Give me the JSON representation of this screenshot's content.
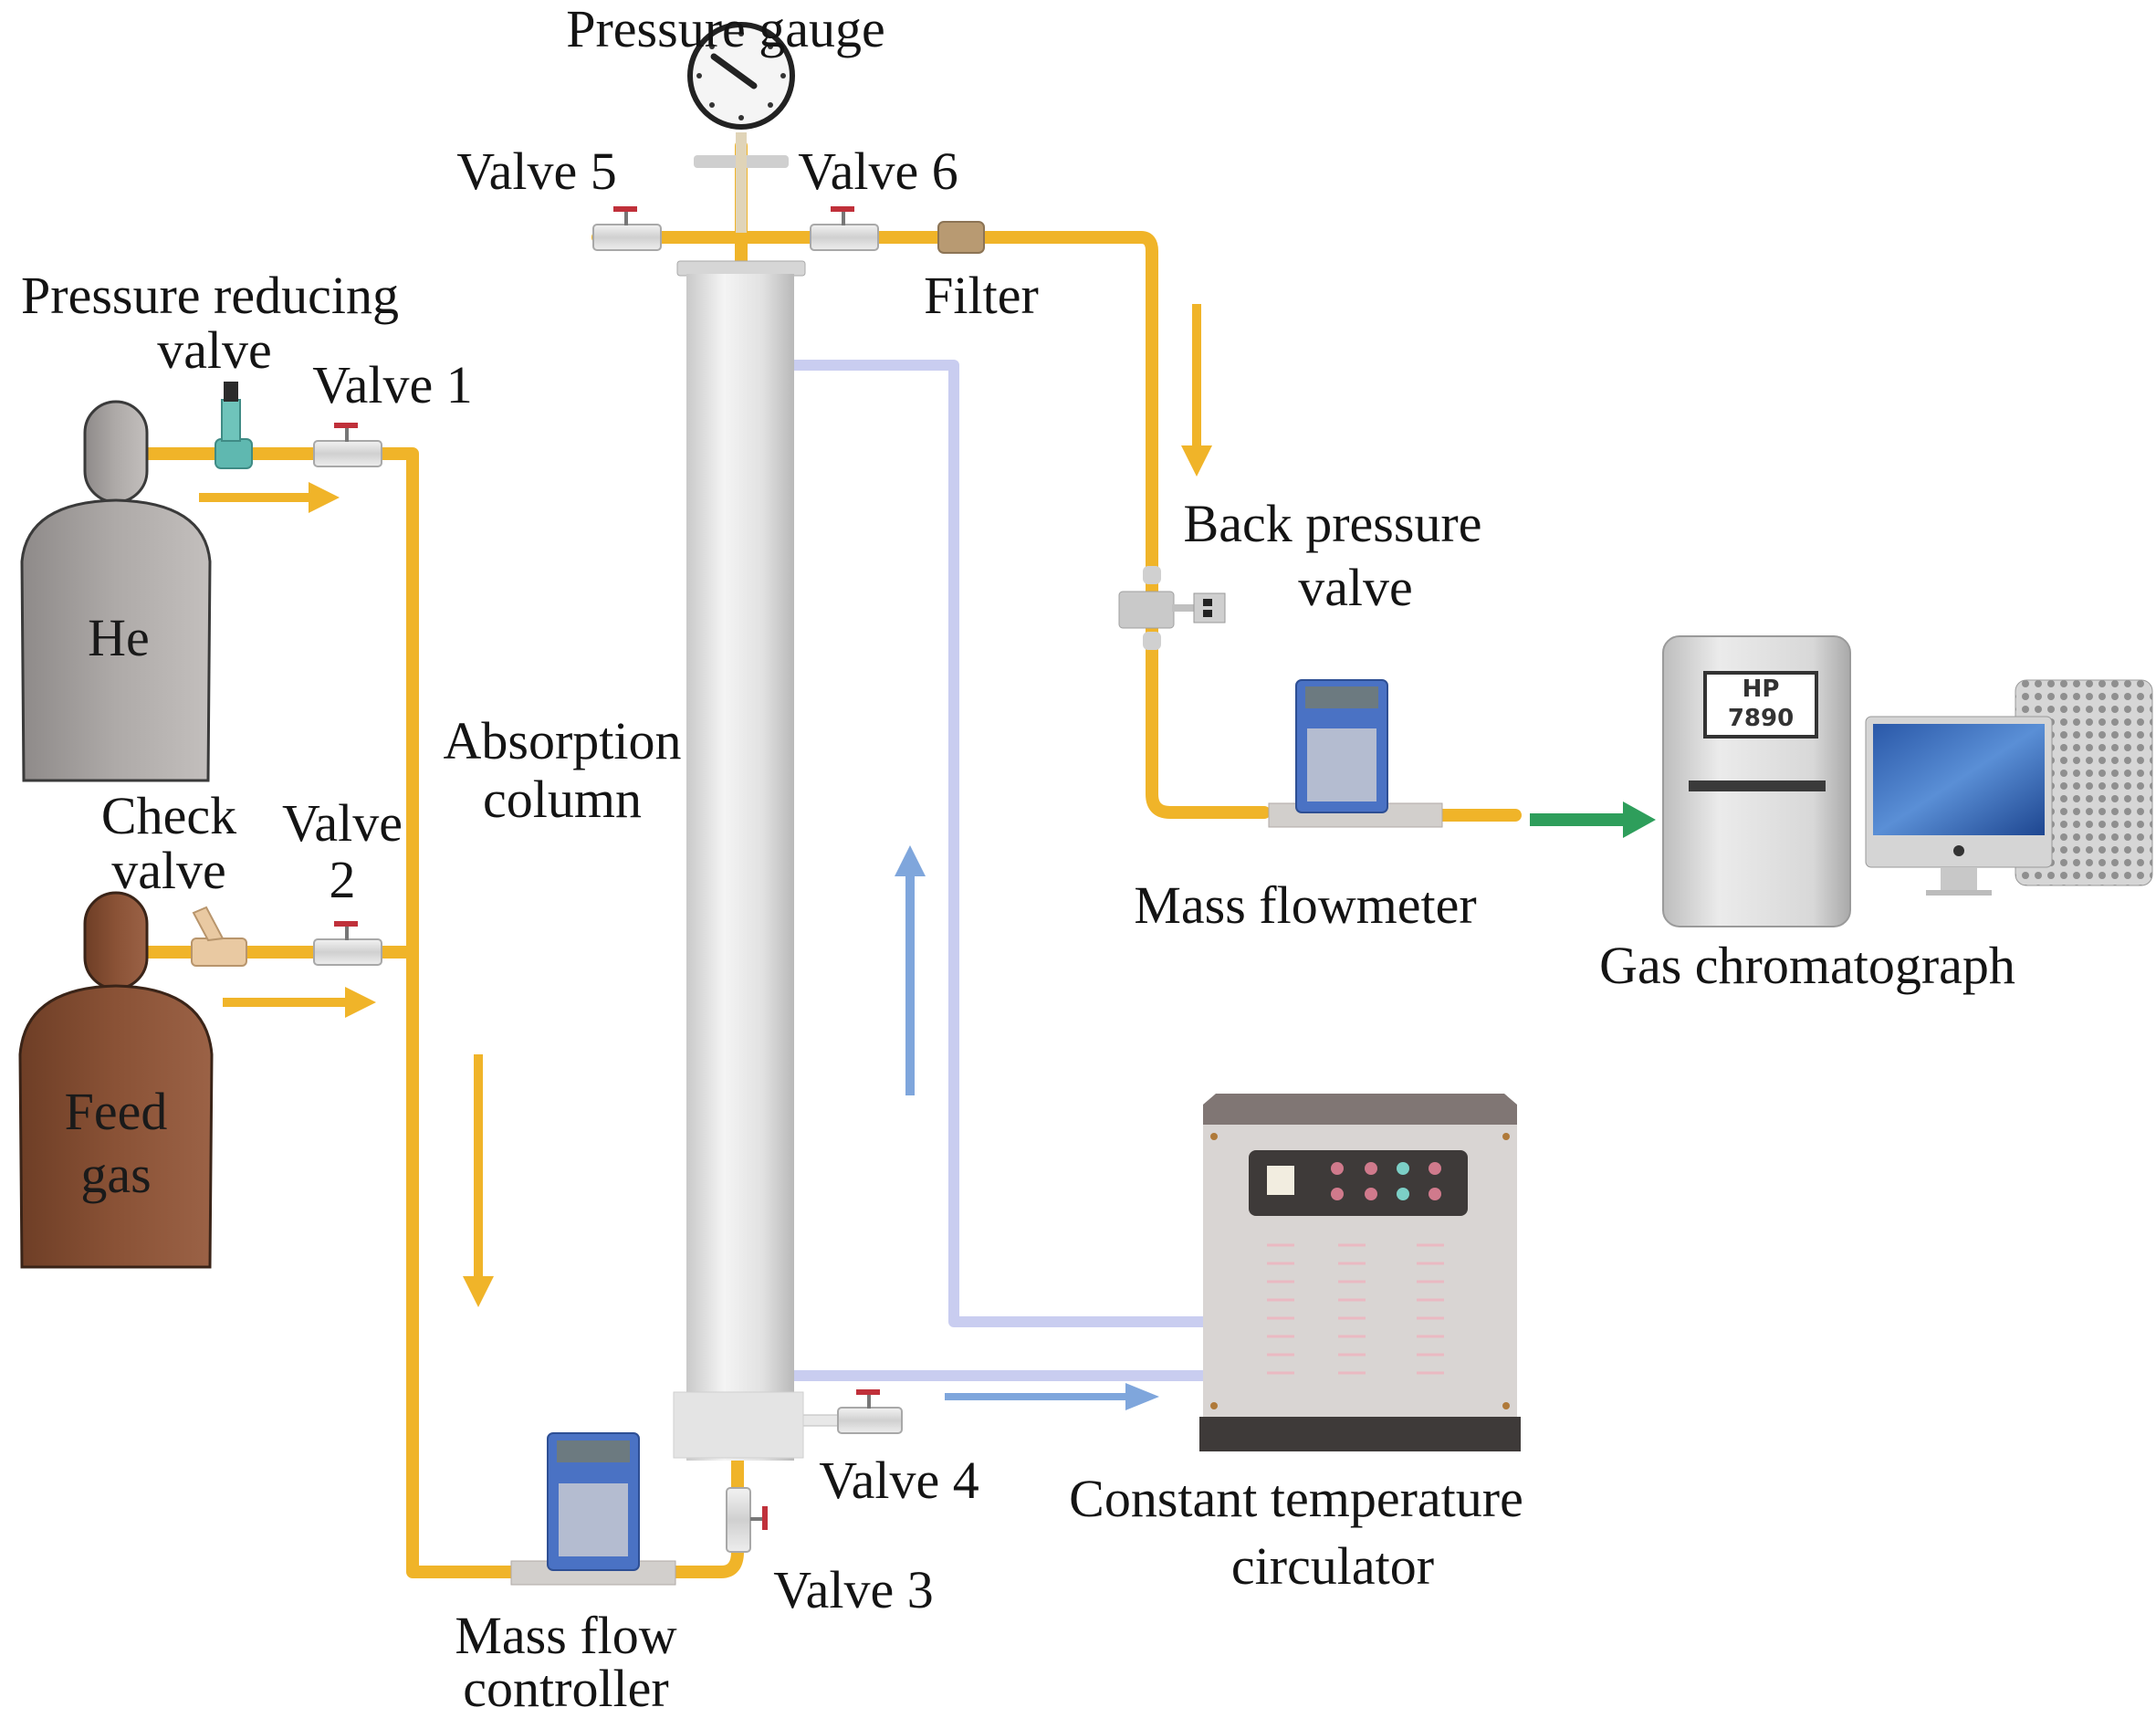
{
  "figure": {
    "type": "process-flow-schematic",
    "subject": "Gas absorption experimental apparatus"
  },
  "colors": {
    "gas_pipe": "#f0b429",
    "gas_flow_arrow": "#f0b429",
    "coolant_pipe": "#c9cdf0",
    "coolant_flow_arrow": "#7fa6dc",
    "output_arrow": "#2e9e5b",
    "he_cylinder": "#a9a5a3",
    "feed_cylinder": "#8a5236",
    "column": "#e6e6e6",
    "flowmeter_body": "#4a72c4",
    "circulator_body": "#d9d5d3",
    "circulator_base": "#3e3a39"
  },
  "cylinders": [
    {
      "id": "he",
      "label": "He"
    },
    {
      "id": "feed",
      "label_line1": "Feed",
      "label_line2": "gas"
    }
  ],
  "labels": {
    "pressure_gauge": "Pressure gauge",
    "valve5": "Valve 5",
    "valve6": "Valve 6",
    "filter": "Filter",
    "pressure_reducing_valve_line1": "Pressure reducing",
    "pressure_reducing_valve_line2": "valve",
    "valve1": "Valve 1",
    "absorption_column_line1": "Absorption",
    "absorption_column_line2": "column",
    "check_valve_line1": "Check",
    "check_valve_line2": "valve",
    "valve2_line1": "Valve",
    "valve2_line2": "2",
    "back_pressure_valve_line1": "Back pressure",
    "back_pressure_valve_line2": "valve",
    "mass_flowmeter": "Mass flowmeter",
    "gas_chromatograph": "Gas chromatograph",
    "valve4": "Valve 4",
    "valve3": "Valve 3",
    "constant_temp_circulator_line1": "Constant temperature",
    "constant_temp_circulator_line2": "circulator",
    "mass_flow_controller_line1": "Mass flow",
    "mass_flow_controller_line2": "controller"
  },
  "gc_display": {
    "line1": "HP",
    "line2": "7890"
  },
  "flow_arrows": [
    {
      "id": "he-out",
      "direction": "right",
      "medium": "gas"
    },
    {
      "id": "feed-out",
      "direction": "right",
      "medium": "gas"
    },
    {
      "id": "down-to-mfc",
      "direction": "down",
      "medium": "gas"
    },
    {
      "id": "down-to-bpv",
      "direction": "down",
      "medium": "gas"
    },
    {
      "id": "to-gc",
      "direction": "right",
      "medium": "sample"
    },
    {
      "id": "coolant-up",
      "direction": "up",
      "medium": "coolant"
    },
    {
      "id": "coolant-return",
      "direction": "right",
      "medium": "coolant"
    }
  ]
}
